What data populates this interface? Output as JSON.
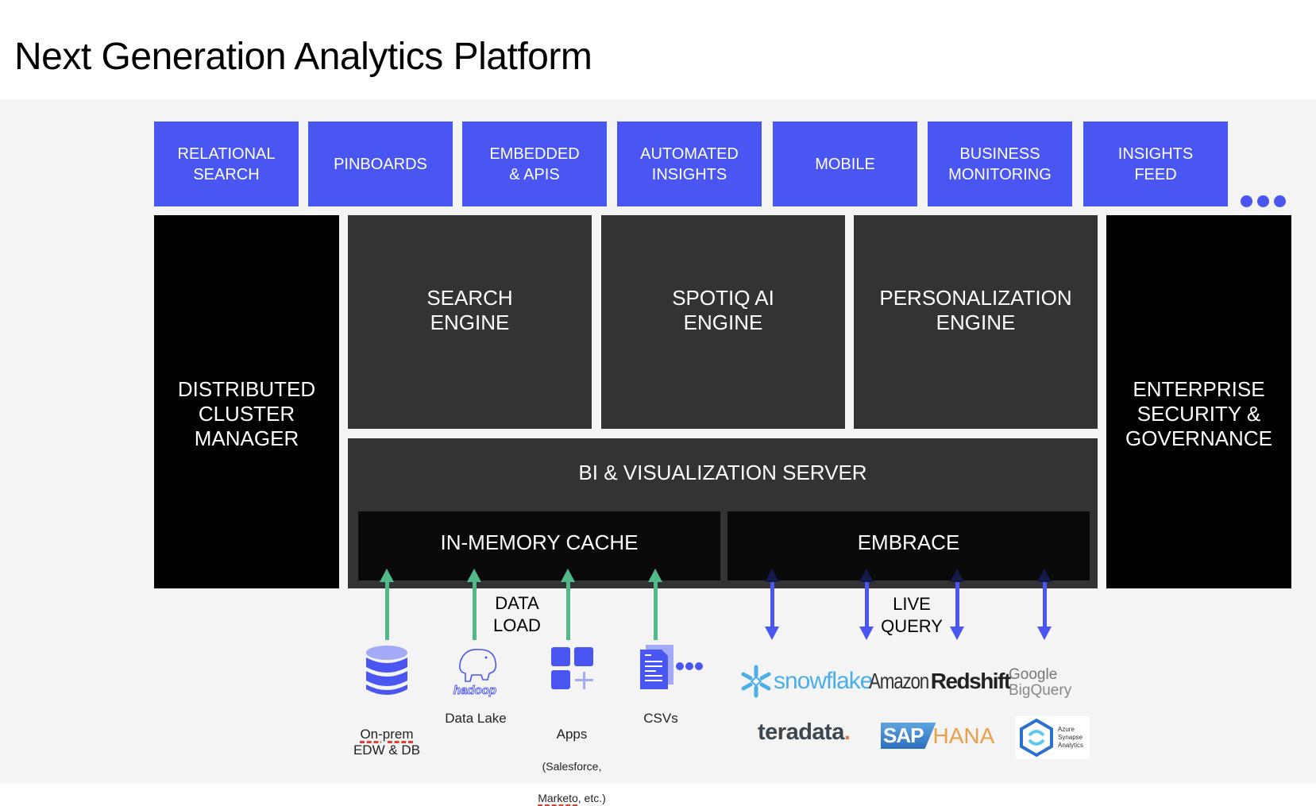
{
  "title": "Next Generation Analytics Platform",
  "features": [
    {
      "label": "RELATIONAL\nSEARCH"
    },
    {
      "label": "PINBOARDS"
    },
    {
      "label": "EMBEDDED\n& APIS"
    },
    {
      "label": "AUTOMATED\nINSIGHTS"
    },
    {
      "label": "MOBILE"
    },
    {
      "label": "BUSINESS\nMONITORING"
    },
    {
      "label": "INSIGHTS\nFEED"
    }
  ],
  "more_indicator": "more-dots",
  "left_pillar": "DISTRIBUTED\nCLUSTER\nMANAGER",
  "right_pillar": "ENTERPRISE\nSECURITY &\nGOVERNANCE",
  "engines": [
    "SEARCH\nENGINE",
    "SPOTIQ AI\nENGINE",
    "PERSONALIZATION\nENGINE"
  ],
  "bi_server": {
    "label": "BI & VISUALIZATION SERVER",
    "in_memory": "IN-MEMORY CACHE",
    "embrace": "EMBRACE"
  },
  "data_load_label": "DATA\nLOAD",
  "live_query_label": "LIVE\nQUERY",
  "sources": [
    {
      "icon": "database-icon",
      "label_1": "On-prem",
      "label_2": "EDW & DB"
    },
    {
      "icon": "hadoop-elephant-icon",
      "label_1": "Data Lake",
      "logo_text": "hadoop"
    },
    {
      "icon": "apps-grid-icon",
      "label_1": "Apps",
      "label_2": "(Salesforce,",
      "label_3_a": "Marketo",
      "label_3_b": ", etc.)"
    },
    {
      "icon": "csv-documents-icon",
      "label_1": "CSVs"
    }
  ],
  "live_sources": {
    "snowflake": "snowflake",
    "redshift_a": "Amazon",
    "redshift_b": "Redshift",
    "bigquery_a": "Google",
    "bigquery_b": "BigQuery",
    "teradata": "teradata",
    "teradata_dot": ".",
    "sap": "SAP",
    "hana": "HANA",
    "azure_1": "Azure",
    "azure_2": "Synapse",
    "azure_3": "Analytics"
  },
  "colors": {
    "feature_blue": "#4a56f2",
    "engine_gray": "#333333",
    "pillar_black": "#000000",
    "data_load_green": "#52b98a",
    "live_query_blue": "#4a56f2"
  }
}
